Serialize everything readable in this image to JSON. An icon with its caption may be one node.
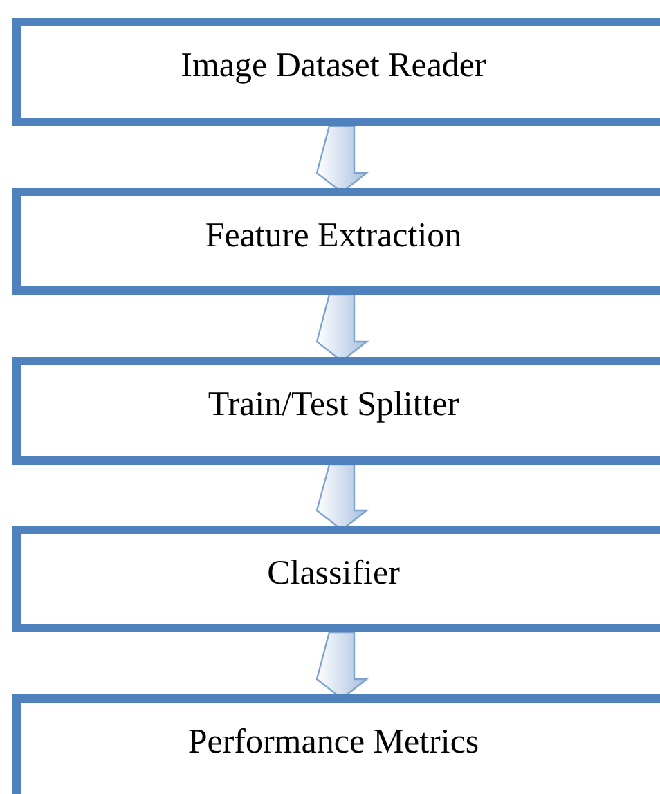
{
  "diagram": {
    "nodes": [
      {
        "text": [
          "Image Dataset Reader"
        ]
      },
      {
        "text": [
          "Feature Extraction"
        ]
      },
      {
        "text": [
          "Train/Test Splitter"
        ]
      },
      {
        "text": [
          "Classifier"
        ]
      },
      {
        "text": [
          "Performance Metrics"
        ]
      }
    ],
    "edges": [
      {
        "from": 0,
        "to": 1,
        "arrow": "to"
      },
      {
        "from": 1,
        "to": 2,
        "arrow": "to"
      },
      {
        "from": 2,
        "to": 3,
        "arrow": "to"
      },
      {
        "from": 3,
        "to": 4,
        "arrow": "to"
      }
    ]
  }
}
